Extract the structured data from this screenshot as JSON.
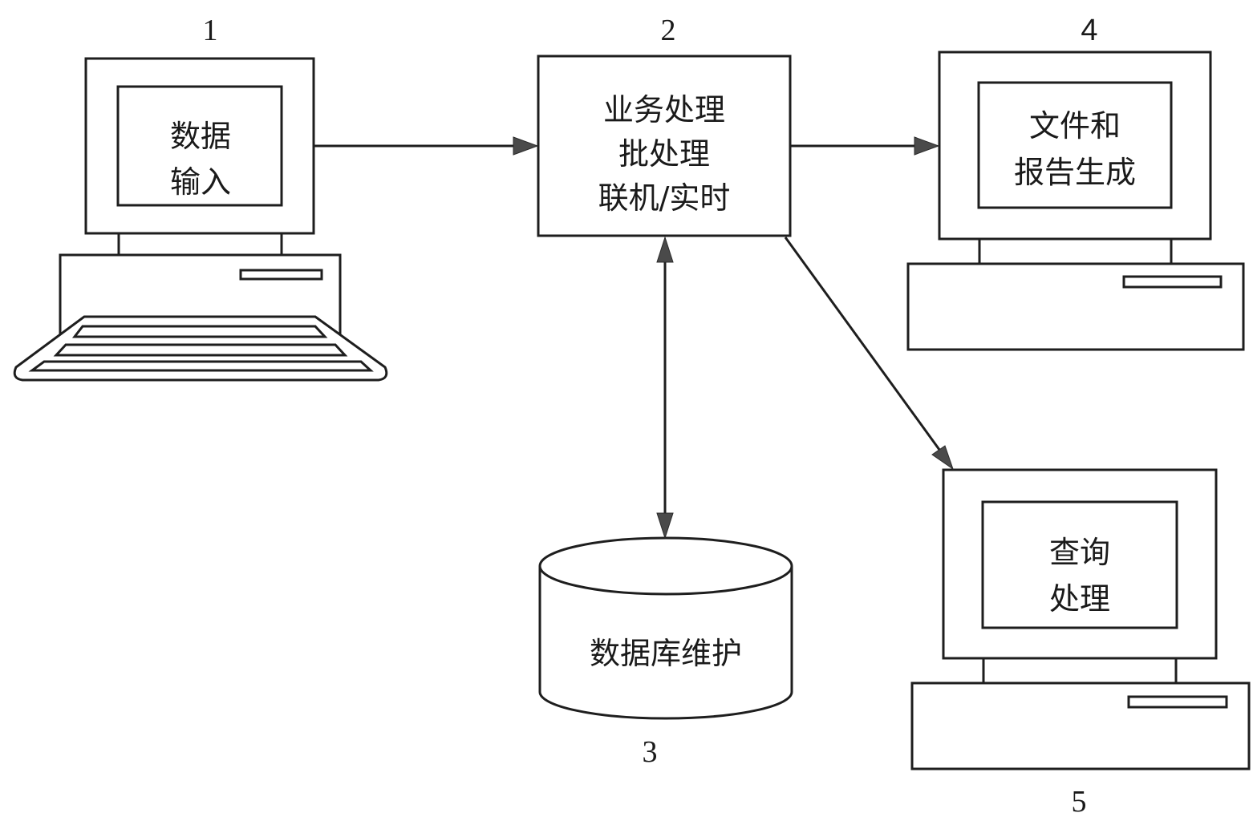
{
  "diagram": {
    "nodes": [
      {
        "id": "1",
        "number": "1",
        "type": "computer-with-keyboard",
        "lines": [
          "数据",
          "输入"
        ]
      },
      {
        "id": "2",
        "number": "2",
        "type": "process-box",
        "lines": [
          "业务处理",
          "批处理",
          "联机/实时"
        ]
      },
      {
        "id": "3",
        "number": "3",
        "type": "database-cylinder",
        "lines": [
          "数据库维护"
        ]
      },
      {
        "id": "4",
        "number": "4",
        "type": "computer",
        "lines": [
          "文件和",
          "报告生成"
        ]
      },
      {
        "id": "5",
        "number": "5",
        "type": "computer",
        "lines": [
          "查询",
          "处理"
        ]
      }
    ],
    "edges": [
      {
        "from": "1",
        "to": "2",
        "direction": "forward"
      },
      {
        "from": "2",
        "to": "4",
        "direction": "forward"
      },
      {
        "from": "2",
        "to": "3",
        "direction": "both"
      },
      {
        "from": "2",
        "to": "5",
        "direction": "forward"
      }
    ]
  }
}
